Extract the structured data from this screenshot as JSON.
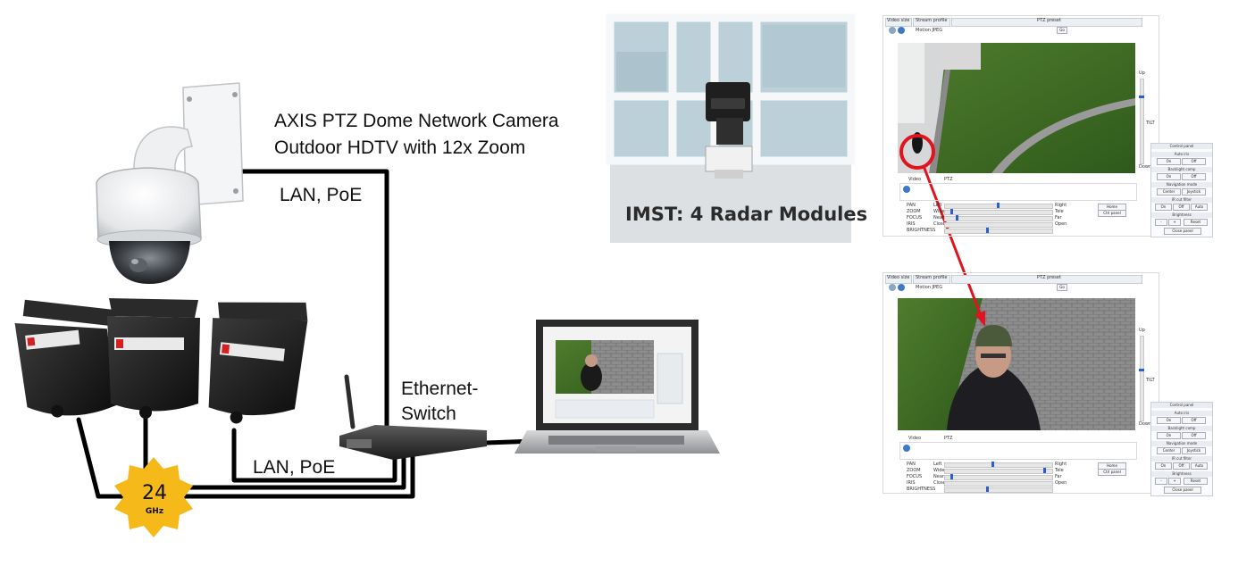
{
  "labels": {
    "camera_title_line1": "AXIS PTZ Dome Network Camera",
    "camera_title_line2": "Outdoor HDTV with 12x Zoom",
    "lan_poe_top": "LAN, PoE",
    "lan_poe_bottom": "LAN, PoE",
    "switch_line1": "Ethernet-",
    "switch_line2": "Switch",
    "radar_photo_caption": "IMST: 4 Radar Modules",
    "badge_value": "24",
    "badge_unit": "GHz"
  },
  "ui": {
    "video_size": "Video size",
    "stream_profile": "Stream profile",
    "profile_value": "Motion JPEG",
    "ptz_preset": "PTZ preset",
    "go": "Go",
    "tab_video": "Video",
    "tab_ptz": "PTZ",
    "row_pan": "PAN",
    "row_zoom": "ZOOM",
    "row_focus": "FOCUS",
    "row_iris": "IRIS",
    "row_brightness": "BRIGHTNESS",
    "left": "Left",
    "right": "Right",
    "wide": "Wide",
    "tele": "Tele",
    "near": "Near",
    "far": "Far",
    "close": "Close",
    "open": "Open",
    "home": "Home",
    "ctrl_panel": "Ctrl panel",
    "up": "Up",
    "down": "Down",
    "tilt": "TILT",
    "control_panel": "Control panel",
    "auto_iris": "Auto iris",
    "backlight_comp": "Backlight comp",
    "navigation_mode": "Navigation mode",
    "center": "Center",
    "joystick": "Joystick",
    "ir_cut_filter": "IR cut filter",
    "on": "On",
    "off": "Off",
    "auto": "Auto",
    "brightness": "Brightness",
    "reset": "Reset",
    "close_panel": "Close panel",
    "minus": "-",
    "plus": "+"
  },
  "colors": {
    "cable": "#000000",
    "badge": "#f6b91a",
    "arrow": "#e0141e",
    "circle": "#e0141e",
    "slider_knob": "#2a5fd1"
  }
}
